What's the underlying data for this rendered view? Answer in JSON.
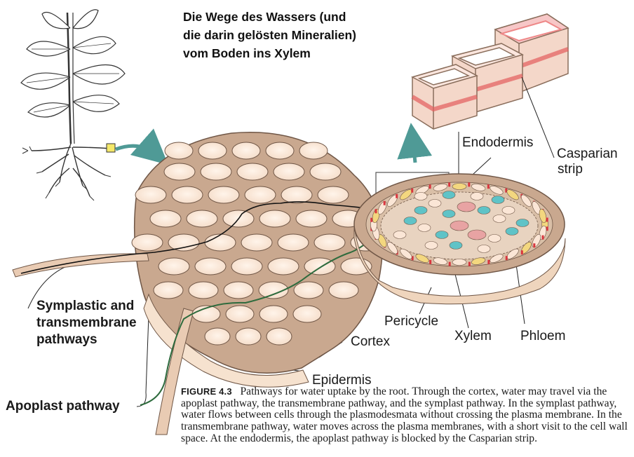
{
  "title_lines": [
    "Die Wege des Wassers (und",
    "die darin gelösten Mineralien)",
    "vom Boden ins Xylem"
  ],
  "labels": {
    "endodermis": "Endodermis",
    "casparian_line1": "Casparian",
    "casparian_line2": "strip",
    "pericycle": "Pericycle",
    "xylem": "Xylem",
    "phloem": "Phloem",
    "cortex": "Cortex",
    "epidermis": "Epidermis",
    "symplastic_line1": "Symplastic and",
    "symplastic_line2": "transmembrane",
    "symplastic_line3": "pathways",
    "apoplast": "Apoplast pathway"
  },
  "caption": {
    "figure_label": "FIGURE 4.3",
    "text": "Pathways for water uptake by the root. Through the cortex, water may travel via the apoplast pathway, the transmembrane pathway, and the symplast pathway. In the symplast pathway, water flows between cells through the plasmod­esmata without crossing the plasma membrane. In the transmembrane pathway, water moves across the plasma membranes, with a short visit to the cell wall space. At the endodermis, the apoplast pathway is blocked by the Casparian strip."
  },
  "colors": {
    "cell_wall": "#b89478",
    "cell_fill": "#fbe6d6",
    "cell_outline": "#6f5646",
    "xylem_cyan": "#5fc3c7",
    "casparian_red": "#d9363e",
    "pericycle_yellow": "#f3d77f",
    "arrow_teal": "#4f9a96",
    "apoplast_green": "#2e6b3d"
  }
}
